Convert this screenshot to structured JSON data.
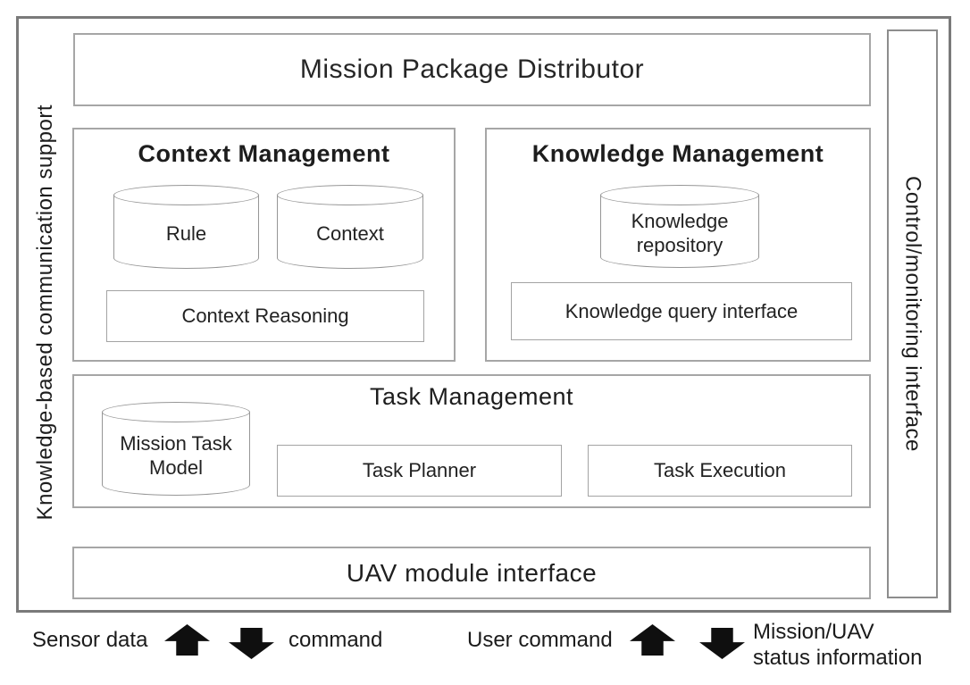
{
  "colors": {
    "outer_border": "#7a7a7a",
    "box_border": "#a6a6a6",
    "arrow": "#0f0f0f",
    "text": "#1f1f1f",
    "background": "#ffffff"
  },
  "rails": {
    "left": "Knowledge-based communication support",
    "right": "Control/monitoring interface"
  },
  "blocks": {
    "mission_distributor": {
      "title": "Mission Package Distributor"
    },
    "context_management": {
      "title": "Context Management",
      "rule_db": "Rule",
      "context_db": "Context",
      "reasoning": "Context Reasoning"
    },
    "knowledge_management": {
      "title": "Knowledge Management",
      "repository_db": "Knowledge repository",
      "query_interface": "Knowledge query interface"
    },
    "task_management": {
      "title": "Task Management",
      "mission_task_model_db": "Mission Task Model",
      "task_planner": "Task Planner",
      "task_execution": "Task Execution"
    },
    "uav_interface": {
      "title": "UAV module interface"
    }
  },
  "legend": {
    "sensor_data": "Sensor data",
    "command": "command",
    "user_command": "User command",
    "status_line1": "Mission/UAV",
    "status_line2": "status information"
  }
}
